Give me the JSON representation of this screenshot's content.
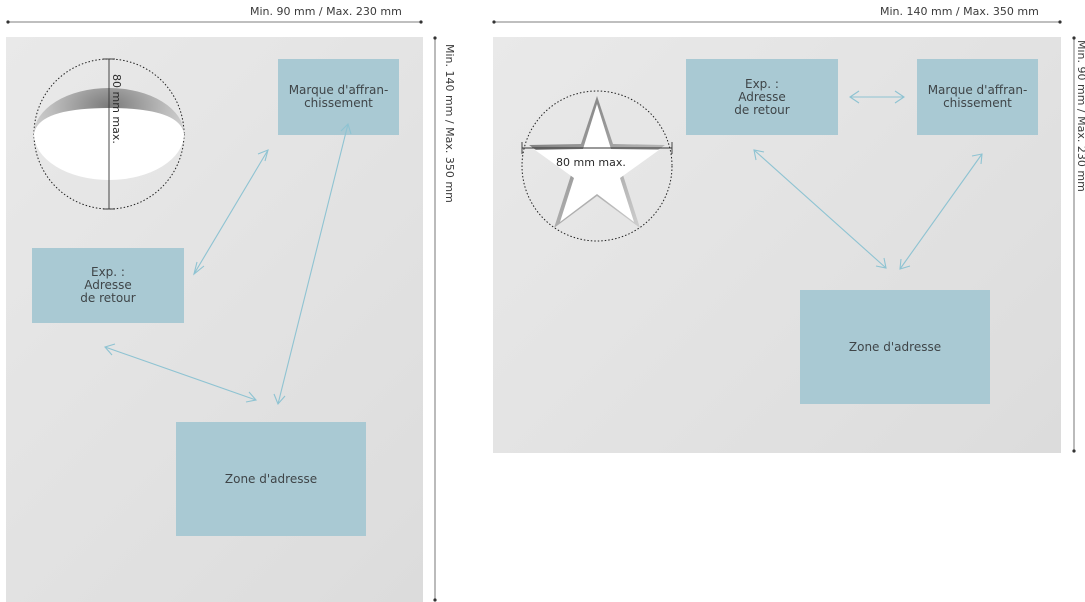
{
  "left_panel": {
    "width_dimension": "Min. 90 mm / Max. 230 mm",
    "height_dimension": "Min. 140 mm / Max. 350 mm",
    "cutout_label": "80 mm max.",
    "postage_box": "Marque d'affran-\nchissement",
    "sender_box": "Exp. :\nAdresse\nde retour",
    "address_box": "Zone d'adresse"
  },
  "right_panel": {
    "width_dimension": "Min. 140 mm / Max. 350 mm",
    "height_dimension": "Min. 90 mm / Max. 230 mm",
    "cutout_label": "80 mm max.",
    "sender_box": "Exp. :\nAdresse\nde retour",
    "postage_box": "Marque d'affran-\nchissement",
    "address_box": "Zone d'adresse"
  },
  "colors": {
    "box_fill": "#a9c9d3",
    "arrow": "#8ec3d2",
    "panel": "#e5e5e5"
  }
}
